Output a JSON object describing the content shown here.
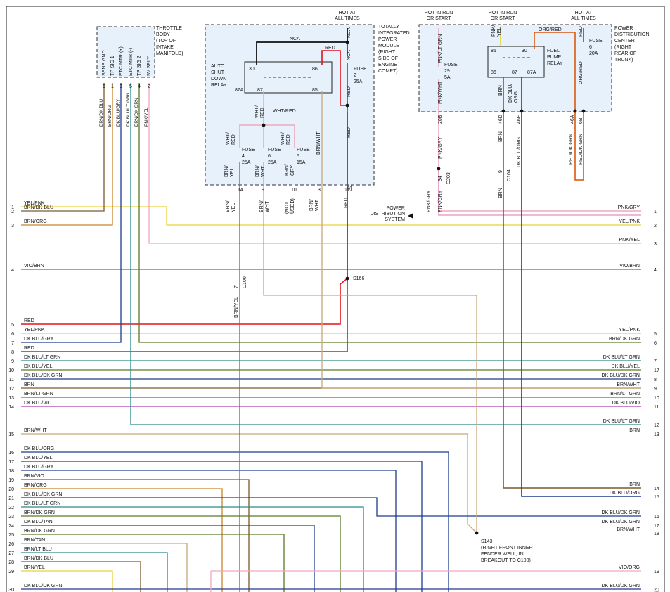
{
  "header_notes": [
    {
      "key": "tipm_hot",
      "lines": [
        "HOT AT",
        "ALL TIMES"
      ]
    },
    {
      "key": "run_start_1",
      "lines": [
        "HOT IN RUN",
        "OR START"
      ]
    },
    {
      "key": "run_start_2",
      "lines": [
        "HOT IN RUN",
        "OR START"
      ]
    },
    {
      "key": "pdc_hot",
      "lines": [
        "HOT AT",
        "ALL TIMES"
      ]
    }
  ],
  "components": {
    "throttle_body": {
      "lines": [
        "THROTTLE",
        "BODY",
        "(TOP OF",
        "INTAKE",
        "MANIFOLD)"
      ],
      "pins": [
        {
          "label": "SENS GND",
          "pin": "6",
          "wire": "BRN/DK BLU"
        },
        {
          "label": "TP SIG 1",
          "pin": "1",
          "wire": "BRN/ORG"
        },
        {
          "label": "ETC MTR (+)",
          "pin": "3",
          "wire": "DK BLU/GRY"
        },
        {
          "label": "ETC MTR (-)",
          "pin": "5",
          "wire": "DK BLU/LT GRN"
        },
        {
          "label": "TP SIG 2",
          "pin": "4",
          "wire": "BRN/DK GRN"
        },
        {
          "label": "5V SPLY",
          "pin": "2",
          "wire": "PNK/YEL"
        }
      ]
    },
    "tipm": {
      "lines": [
        "TOTALLY",
        "INTEGRATED",
        "POWER",
        "MODULE",
        "(RIGHT",
        "SIDE OF",
        "ENGINE",
        "COMPT)"
      ]
    },
    "asd_relay": {
      "lines": [
        "AUTO",
        "SHUT",
        "DOWN",
        "RELAY"
      ],
      "pins": [
        "30",
        "86",
        "87A",
        "87",
        "85"
      ]
    },
    "pdc": {
      "lines": [
        "POWER",
        "DISTRIBUTION",
        "CENTER",
        "(RIGHT",
        "REAR OF",
        "TRUNK)"
      ]
    },
    "fuel_pump_relay": {
      "lines": [
        "FUEL",
        "PUMP",
        "RELAY"
      ],
      "pins": [
        "85",
        "30",
        "86",
        "87",
        "87A"
      ]
    },
    "power_dist_system": {
      "lines": [
        "POWER",
        "DISTRIBUTION",
        "SYSTEM"
      ]
    }
  },
  "fuses": [
    {
      "id": "f2",
      "lines": [
        "FUSE",
        "2",
        "25A"
      ]
    },
    {
      "id": "f4",
      "lines": [
        "FUSE",
        "4",
        "25A"
      ]
    },
    {
      "id": "f6a",
      "lines": [
        "FUSE",
        "6",
        "25A"
      ]
    },
    {
      "id": "f5",
      "lines": [
        "FUSE",
        "5",
        "15A"
      ]
    },
    {
      "id": "f29",
      "lines": [
        "FUSE",
        "29",
        "5A"
      ]
    },
    {
      "id": "f6b",
      "lines": [
        "FUSE",
        "6",
        "20A"
      ]
    }
  ],
  "wire_labels": {
    "nca": "NCA",
    "red": "RED",
    "wht_red": "WHT/RED",
    "wht_red_split": [
      "WHT/",
      "RED"
    ],
    "brn_yel": [
      "BRN/",
      "YEL"
    ],
    "brn_wht": [
      "BRN/",
      "WHT"
    ],
    "brn_wht_one": "BRN/WHT",
    "brn_gry": [
      "BRN/",
      "GRY"
    ],
    "not_used": [
      "(NOT",
      "USED)"
    ],
    "pnk_lt_grn": "PNK/LT GRN",
    "pnk_wht": "PNK/WHT",
    "pnk_gry": "PNK/GRY",
    "pnk_yel": [
      "PNK/",
      "YEL"
    ],
    "brn": "BRN",
    "dk_blu_org": "DK BLU/ORG",
    "dk_blu_org_split": [
      "DK BLU/",
      "ORG"
    ],
    "org_red": "ORG/RED",
    "red_dk_grn": "RED/DK GRN",
    "brn_yel_one": "BRN/YEL"
  },
  "pin_numbers": {
    "c2_14": "14",
    "c2_9": "9",
    "c2_10": "10",
    "c2_3": "3",
    "c2_1": "1",
    "c2": "C2",
    "p20b": "20B",
    "p34": "34",
    "c203": "C203",
    "p46d": "46D",
    "p46e": "46E",
    "p9": "9",
    "c104": "C104",
    "p46a": "46A",
    "p6b": "6B",
    "p7": "7",
    "c100": "C100",
    "tipm_top_3": "3"
  },
  "splices": {
    "s166": "S166",
    "s143": {
      "lines": [
        "S143",
        "(RIGHT FRONT INNER",
        "FENDER WELL, IN",
        "BREAKOUT TO C100)"
      ]
    }
  },
  "left_connector": [
    {
      "pin": "1",
      "wire": "YEL/PNK"
    },
    {
      "pin": "2",
      "wire": "BRN/DK BLU"
    },
    {
      "pin": "3",
      "wire": "BRN/ORG"
    },
    {
      "pin": "4",
      "wire": "VIO/BRN"
    },
    {
      "pin": "5",
      "wire": "RED"
    },
    {
      "pin": "6",
      "wire": "YEL/PNK"
    },
    {
      "pin": "7",
      "wire": "DK BLU/GRY"
    },
    {
      "pin": "8",
      "wire": "RED"
    },
    {
      "pin": "9",
      "wire": "DK BLU/LT GRN"
    },
    {
      "pin": "10",
      "wire": "DK BLU/YEL"
    },
    {
      "pin": "11",
      "wire": "DK BLU/DK GRN"
    },
    {
      "pin": "12",
      "wire": "BRN"
    },
    {
      "pin": "13",
      "wire": "BRN/LT GRN"
    },
    {
      "pin": "14",
      "wire": "DK BLU/VIO"
    },
    {
      "pin": "15",
      "wire": "BRN/WHT"
    },
    {
      "pin": "16",
      "wire": "DK BLU/ORG"
    },
    {
      "pin": "17",
      "wire": "DK BLU/YEL"
    },
    {
      "pin": "18",
      "wire": "DK BLU/GRY"
    },
    {
      "pin": "19",
      "wire": "BRN/VIO"
    },
    {
      "pin": "20",
      "wire": "BRN/ORG"
    },
    {
      "pin": "21",
      "wire": "DK BLU/DK GRN"
    },
    {
      "pin": "22",
      "wire": "DK BLU/LT GRN"
    },
    {
      "pin": "23",
      "wire": "BRN/DK GRN"
    },
    {
      "pin": "24",
      "wire": "DK BLU/TAN"
    },
    {
      "pin": "25",
      "wire": "BRN/DK GRN"
    },
    {
      "pin": "26",
      "wire": "BRN/TAN"
    },
    {
      "pin": "27",
      "wire": "BRN/LT BLU"
    },
    {
      "pin": "28",
      "wire": "BRN/DK BLU"
    },
    {
      "pin": "29",
      "wire": "BRN/YEL"
    },
    {
      "pin": "30",
      "wire": "DK BLU/DK GRN"
    }
  ],
  "right_connector": [
    {
      "pin": "1",
      "wire": "PNK/GRY"
    },
    {
      "pin": "2",
      "wire": "YEL/PNK"
    },
    {
      "pin": "3",
      "wire": "PNK/YEL"
    },
    {
      "pin": "4",
      "wire": "VIO/BRN"
    },
    {
      "pin": "5",
      "wire": "YEL/PNK"
    },
    {
      "pin": "6",
      "wire": "BRN/DK GRN"
    },
    {
      "pin": "7",
      "wire": "DK BLU/LT GRN"
    },
    {
      "pin": "17",
      "wire": "DK BLU/YEL"
    },
    {
      "pin": "8",
      "wire": "DK BLU/DK GRN"
    },
    {
      "pin": "9",
      "wire": "BRN/WHT"
    },
    {
      "pin": "10",
      "wire": "BRN/LT GRN"
    },
    {
      "pin": "11",
      "wire": "DK BLU/VIO"
    },
    {
      "pin": "12",
      "wire": "DK BLU/LT GRN"
    },
    {
      "pin": "13",
      "wire": "BRN"
    },
    {
      "pin": "14",
      "wire": "BRN"
    },
    {
      "pin": "15",
      "wire": "DK BLU/ORG"
    },
    {
      "pin": "16",
      "wire": "DK BLU/DK GRN"
    },
    {
      "pin": "17",
      "wire": "DK BLU/DK GRN"
    },
    {
      "pin": "18",
      "wire": "BRN/WHT"
    },
    {
      "pin": "19",
      "wire": "VIO/ORG"
    },
    {
      "pin": "20",
      "wire": "DK BLU/DK GRN"
    },
    {
      "pin": "21",
      "wire": ""
    }
  ],
  "colors": {
    "yel": "#e8d23a",
    "pnk": "#f0a8c0",
    "org": "#c8842a",
    "red": "#e0141c",
    "vio": "#b03cb0",
    "blu": "#1f3c8c",
    "grn": "#2e8a3a",
    "brn": "#7a5a2a",
    "teal": "#2a8a8a",
    "dkgrn": "#5a7a2a",
    "tan": "#c8a878",
    "black": "#111111",
    "gray": "#888888",
    "orgred": "#e06a28",
    "pnkgry": "#e8a0c8"
  }
}
